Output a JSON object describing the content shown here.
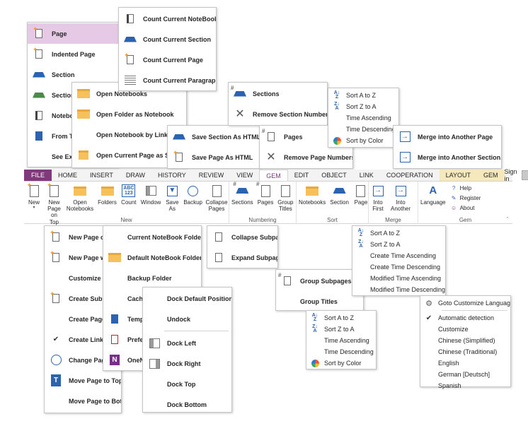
{
  "menus": {
    "new_page": {
      "items": [
        {
          "label": "Page",
          "icon": "page-icon",
          "selected": true
        },
        {
          "label": "Indented Page",
          "icon": "indented-page-icon"
        },
        {
          "label": "Section",
          "icon": "section-icon"
        },
        {
          "label": "Section G",
          "icon": "section-group-icon"
        },
        {
          "label": "Notebo",
          "icon": "notebook-icon"
        },
        {
          "label": "From Te",
          "icon": "template-icon"
        },
        {
          "label": "See Exam",
          "icon": ""
        }
      ]
    },
    "count": {
      "items": [
        {
          "label": "Count Current NoteBook",
          "icon": "notebook-count-icon"
        },
        {
          "label": "Count Current Section",
          "icon": "section-icon"
        },
        {
          "label": "Count Current Page",
          "icon": "page-icon"
        },
        {
          "label": "Count Current Paragraph",
          "icon": "paragraph-icon"
        }
      ]
    },
    "open": {
      "items": [
        {
          "label": "Open Notebooks",
          "icon": "folder-icon"
        },
        {
          "label": "Open Folder as Notebook",
          "icon": "folder-icon"
        },
        {
          "label": "Open Notebook by Link",
          "icon": ""
        },
        {
          "label": "Open Current Page as SideNo",
          "icon": "side-note-icon"
        }
      ]
    },
    "save_as": {
      "items": [
        {
          "label": "Save Section As HTML",
          "icon": "section-icon"
        },
        {
          "label": "Save Page As HTML",
          "icon": "page-icon"
        }
      ]
    },
    "sections_numbering": {
      "items": [
        {
          "label": "Sections",
          "icon": "section-number-icon"
        },
        {
          "label": "Remove Section Numbers",
          "icon": "remove-icon"
        }
      ]
    },
    "pages_numbering": {
      "items": [
        {
          "label": "Pages",
          "icon": "page-number-icon"
        },
        {
          "label": "Remove Page Numbers",
          "icon": "remove-icon"
        }
      ]
    },
    "sort_top": {
      "items": [
        {
          "label": "Sort A to Z",
          "icon": "sort-az-icon"
        },
        {
          "label": "Sort Z to A",
          "icon": "sort-za-icon"
        },
        {
          "label": "Time Ascending",
          "icon": ""
        },
        {
          "label": "Time Descending",
          "icon": ""
        },
        {
          "label": "Sort by Color",
          "icon": "color-palette-icon"
        }
      ]
    },
    "merge": {
      "items": [
        {
          "label": "Merge into Another Page",
          "icon": "merge-page-icon"
        },
        {
          "label": "Merge into Another Section...",
          "icon": "merge-section-icon"
        }
      ]
    },
    "page_ops": {
      "items": [
        {
          "label": "New Page on T",
          "icon": "new-page-top-icon"
        },
        {
          "label": "New Page wit",
          "icon": "new-page-icon"
        },
        {
          "label": "Customize Nev",
          "icon": ""
        },
        {
          "label": "Create Subpag",
          "icon": "subpage-icon"
        },
        {
          "label": "Create Pages b",
          "icon": ""
        },
        {
          "label": "Create Links w",
          "icon": "check-icon"
        },
        {
          "label": "Change Page T",
          "icon": "clock-icon"
        },
        {
          "label": "Move Page to Top",
          "icon": "move-top-icon"
        },
        {
          "label": "Move Page to Bottom",
          "icon": ""
        }
      ]
    },
    "folders": {
      "items": [
        {
          "label": "Current NoteBook Folder",
          "icon": ""
        },
        {
          "label": "Default NoteBook Folder",
          "icon": "folder-icon"
        },
        {
          "label": "Backup Folder",
          "icon": ""
        },
        {
          "label": "Cache F",
          "icon": ""
        },
        {
          "label": "Templa",
          "icon": "template-icon"
        },
        {
          "label": "Prefere",
          "icon": "preferences-icon"
        },
        {
          "label": "OneNo",
          "icon": "onenote-icon"
        }
      ]
    },
    "dock": {
      "items": [
        {
          "label": "Dock Default Position",
          "icon": ""
        },
        {
          "label": "Undock",
          "icon": ""
        },
        {
          "label": "Dock Left",
          "icon": "dock-left-icon"
        },
        {
          "label": "Dock Right",
          "icon": "dock-right-icon"
        },
        {
          "label": "Dock Top",
          "icon": ""
        },
        {
          "label": "Dock Bottom",
          "icon": ""
        }
      ]
    },
    "subpages": {
      "items": [
        {
          "label": "Collapse Subpages",
          "icon": "collapse-icon"
        },
        {
          "label": "Expand Subpages",
          "icon": "expand-icon"
        }
      ]
    },
    "group": {
      "items": [
        {
          "label": "Group Subpages title",
          "icon": "group-icon"
        },
        {
          "label": "Group Titles",
          "icon": ""
        }
      ]
    },
    "sort_bottom": {
      "items": [
        {
          "label": "Sort A to Z",
          "icon": "sort-az-icon"
        },
        {
          "label": "Sort Z to A",
          "icon": "sort-za-icon"
        },
        {
          "label": "Time Ascending",
          "icon": ""
        },
        {
          "label": "Time Descending",
          "icon": ""
        },
        {
          "label": "Sort by Color",
          "icon": "color-palette-icon"
        }
      ]
    },
    "sort_modified": {
      "items": [
        {
          "label": "Sort A to Z",
          "icon": "sort-az-icon"
        },
        {
          "label": "Sort Z to A",
          "icon": "sort-za-icon"
        },
        {
          "label": "Create Time Ascending",
          "icon": ""
        },
        {
          "label": "Create Time Descending",
          "icon": ""
        },
        {
          "label": "Modified Time Ascending",
          "icon": ""
        },
        {
          "label": "Modified Time Descending",
          "icon": ""
        }
      ]
    },
    "language": {
      "items": [
        {
          "label": "Goto Customize Language",
          "icon": "gear-icon"
        },
        {
          "label": "Automatic detection",
          "icon": "check-icon"
        },
        {
          "label": "Customize",
          "icon": ""
        },
        {
          "label": "Chinese (Simplified)",
          "icon": ""
        },
        {
          "label": "Chinese (Traditional)",
          "icon": ""
        },
        {
          "label": "English",
          "icon": ""
        },
        {
          "label": "German [Deutsch]",
          "icon": ""
        },
        {
          "label": "Spanish",
          "icon": ""
        }
      ]
    }
  },
  "ribbon": {
    "tabs": [
      "FILE",
      "HOME",
      "INSERT",
      "DRAW",
      "HISTORY",
      "REVIEW",
      "VIEW",
      "GEM",
      "EDIT",
      "OBJECT",
      "LINK",
      "COOPERATION",
      "LAYOUT",
      "GEM"
    ],
    "active_tab": "GEM",
    "sign_in": "Sign in",
    "groups": {
      "new": {
        "label": "New",
        "buttons": [
          "New",
          "New Page on Top",
          "Open Notebooks",
          "Folders",
          "Count",
          "Window",
          "Save As",
          "Backup",
          "Collapse Pages"
        ]
      },
      "numbering": {
        "label": "Numbering",
        "buttons": [
          "Sections",
          "Pages",
          "Group Titles"
        ]
      },
      "sort": {
        "label": "Sort",
        "buttons": [
          "Notebooks",
          "Section",
          "Page"
        ]
      },
      "merge": {
        "label": "Merge",
        "buttons": [
          "Into First",
          "Into Another"
        ]
      },
      "gem": {
        "label": "Gem",
        "buttons": [
          "Language"
        ],
        "small": [
          "Help",
          "Register",
          "About"
        ]
      }
    },
    "colors": {
      "file_tab": "#80397b",
      "accent": "#80397b",
      "context_tab": "#f5e8bd",
      "icon_blue": "#2c63b0",
      "folder": "#f6c15a"
    }
  }
}
